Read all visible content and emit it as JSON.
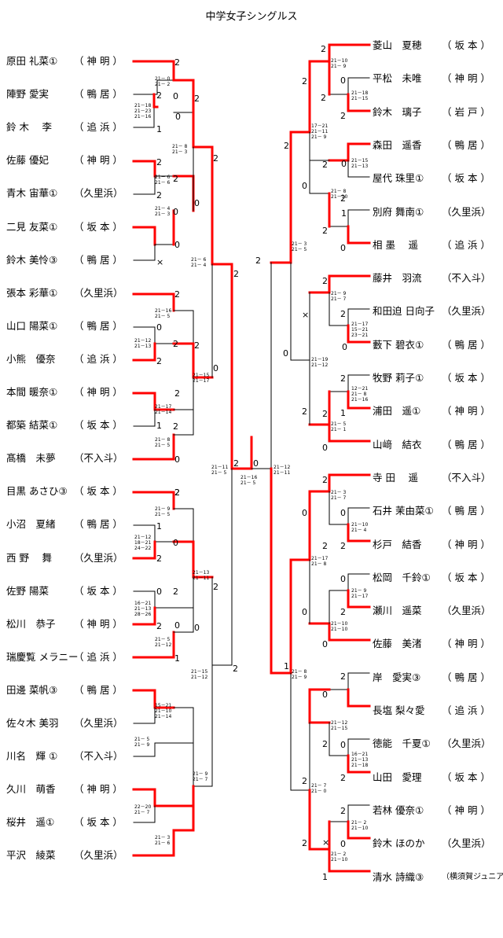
{
  "title": "中学女子シングルス",
  "left_players": [
    {
      "name": "原田 礼菜①",
      "school": "（ 神 明 ）"
    },
    {
      "name": "陣野 愛実",
      "school": "（ 鴨 居 ）"
    },
    {
      "name": "鈴 木　 李",
      "school": "（ 追 浜 ）"
    },
    {
      "name": "佐藤 優妃",
      "school": "（ 神 明 ）"
    },
    {
      "name": "青木 宙華①",
      "school": "（久里浜）"
    },
    {
      "name": "二見 友菜①",
      "school": "（ 坂 本 ）"
    },
    {
      "name": "鈴木 美怜③",
      "school": "（ 鴨 居 ）"
    },
    {
      "name": "張本 彩華①",
      "school": "（久里浜）"
    },
    {
      "name": "山口 陽菜①",
      "school": "（ 鴨 居 ）"
    },
    {
      "name": "小熊　優奈",
      "school": "（ 追 浜 ）"
    },
    {
      "name": "本間 暖奈①",
      "school": "（ 神 明 ）"
    },
    {
      "name": "都築 結菜①",
      "school": "（ 坂 本 ）"
    },
    {
      "name": "髙橋　未夢",
      "school": "（不入斗）"
    },
    {
      "name": "目黒 あさひ③",
      "school": "（ 坂 本 ）"
    },
    {
      "name": "小沼　夏緒",
      "school": "（ 鴨 居 ）"
    },
    {
      "name": "西 野　 舞",
      "school": "（久里浜）"
    },
    {
      "name": "佐野 陽菜",
      "school": "（ 坂 本 ）"
    },
    {
      "name": "松川　恭子",
      "school": "（ 神 明 ）"
    },
    {
      "name": "瑞慶覧 メラニー",
      "school": "（ 追 浜 ）"
    },
    {
      "name": "田邊 菜帆③",
      "school": "（ 鴨 居 ）"
    },
    {
      "name": "佐々木 美羽",
      "school": "（久里浜）"
    },
    {
      "name": "川名　輝 ①",
      "school": "（不入斗）"
    },
    {
      "name": "久川　萌香",
      "school": "（ 神 明 ）"
    },
    {
      "name": "桜井　遥①",
      "school": "（ 坂 本 ）"
    },
    {
      "name": "平沢　綾菜",
      "school": "（久里浜）"
    }
  ],
  "right_players": [
    {
      "name": "菱山　夏穂",
      "school": "（ 坂 本 ）"
    },
    {
      "name": "平松　未唯",
      "school": "（ 神 明 ）"
    },
    {
      "name": "鈴木　璃子",
      "school": "（ 岩 戸 ）"
    },
    {
      "name": "森田　遥香",
      "school": "（ 鴨 居 ）"
    },
    {
      "name": "屋代 珠里①",
      "school": "（ 坂 本 ）"
    },
    {
      "name": "別府 舞南①",
      "school": "（久里浜）"
    },
    {
      "name": "相 墨　 遥",
      "school": "（ 追 浜 ）"
    },
    {
      "name": "藤井　羽流",
      "school": "（不入斗）"
    },
    {
      "name": "和田迫 日向子",
      "school": "（久里浜）"
    },
    {
      "name": "藪下 碧衣①",
      "school": "（ 鴨 居 ）"
    },
    {
      "name": "牧野 莉子①",
      "school": "（ 坂 本 ）"
    },
    {
      "name": "浦田　遥①",
      "school": "（ 神 明 ）"
    },
    {
      "name": "山﨑　結衣",
      "school": "（ 鴨 居 ）"
    },
    {
      "name": "寺 田　 遥",
      "school": "（不入斗）"
    },
    {
      "name": "石井 茉由菜①",
      "school": "（ 鴨 居 ）"
    },
    {
      "name": "杉戸　結香",
      "school": "（ 神 明 ）"
    },
    {
      "name": "松岡　千鈴①",
      "school": "（ 坂 本 ）"
    },
    {
      "name": "瀬川　遥菜",
      "school": "（久里浜）"
    },
    {
      "name": "佐藤　美渚",
      "school": "（ 神 明 ）"
    },
    {
      "name": "岸　愛実③",
      "school": "（ 鴨 居 ）"
    },
    {
      "name": "長塩 梨々愛",
      "school": "（ 追 浜 ）"
    },
    {
      "name": "徳能　千夏①",
      "school": "（久里浜）"
    },
    {
      "name": "山田　愛理",
      "school": "（ 坂 本 ）"
    },
    {
      "name": "若林 優奈①",
      "school": "（ 神 明 ）"
    },
    {
      "name": "鈴木 ほのか",
      "school": "（久里浜）"
    },
    {
      "name": "清水 詩織③",
      "school": "（横須賀ジュニア）"
    }
  ],
  "match_scores": [
    {
      "text": "2"
    },
    {
      "text": "0"
    },
    {
      "text": "2"
    },
    {
      "text": "0"
    },
    {
      "text": "1"
    },
    {
      "text": "2"
    },
    {
      "text": "2"
    },
    {
      "text": "0"
    },
    {
      "text": "2"
    },
    {
      "text": "0"
    },
    {
      "text": "×"
    },
    {
      "text": "2"
    },
    {
      "text": "0"
    },
    {
      "text": "2"
    },
    {
      "text": "0"
    },
    {
      "text": "2"
    },
    {
      "text": "2"
    },
    {
      "text": "0"
    },
    {
      "text": "2"
    },
    {
      "text": "2"
    },
    {
      "text": "2"
    },
    {
      "text": "1"
    },
    {
      "text": "2"
    },
    {
      "text": "0"
    },
    {
      "text": "2"
    },
    {
      "text": "2"
    },
    {
      "text": "1"
    },
    {
      "text": "0"
    },
    {
      "text": "2"
    },
    {
      "text": "2"
    },
    {
      "text": "0"
    },
    {
      "text": "2"
    },
    {
      "text": "2"
    },
    {
      "text": "0"
    },
    {
      "text": "1"
    },
    {
      "text": "0"
    },
    {
      "text": "2"
    },
    {
      "text": "2"
    },
    {
      "text": "2"
    },
    {
      "text": "0"
    },
    {
      "text": "2"
    },
    {
      "text": "0"
    },
    {
      "text": "2"
    },
    {
      "text": "2"
    },
    {
      "text": "2"
    },
    {
      "text": "0"
    },
    {
      "text": "2"
    },
    {
      "text": "2"
    },
    {
      "text": "0"
    },
    {
      "text": "2"
    },
    {
      "text": "0"
    },
    {
      "text": "2"
    },
    {
      "text": "2"
    },
    {
      "text": "1"
    },
    {
      "text": "0"
    },
    {
      "text": "×"
    },
    {
      "text": "2"
    },
    {
      "text": "2"
    },
    {
      "text": "0"
    },
    {
      "text": "2"
    },
    {
      "text": "2"
    },
    {
      "text": "1"
    },
    {
      "text": "0"
    },
    {
      "text": "2"
    },
    {
      "text": "1"
    },
    {
      "text": "0"
    },
    {
      "text": "2"
    },
    {
      "text": "0"
    },
    {
      "text": "2"
    },
    {
      "text": "2"
    },
    {
      "text": "0"
    },
    {
      "text": "2"
    },
    {
      "text": "0"
    },
    {
      "text": "0"
    },
    {
      "text": "2"
    },
    {
      "text": "0"
    },
    {
      "text": "2"
    },
    {
      "text": "0"
    },
    {
      "text": "2"
    },
    {
      "text": "2"
    },
    {
      "text": "×"
    },
    {
      "text": "2"
    },
    {
      "text": "0"
    },
    {
      "text": "1"
    },
    {
      "text": "2"
    },
    {
      "text": "2"
    },
    {
      "text": "0"
    },
    {
      "text": "2"
    },
    {
      "text": "0"
    },
    {
      "text": "2"
    },
    {
      "text": "2"
    },
    {
      "text": "0"
    },
    {
      "text": "2"
    },
    {
      "text": "2"
    },
    {
      "text": "0"
    },
    {
      "text": "2"
    }
  ],
  "game_scores": [
    {
      "text": "21－ 0\n21－ 2"
    },
    {
      "text": "21－18\n21－23\n21－16"
    },
    {
      "text": "21－ 8\n21－ 3"
    },
    {
      "text": "21－ 6\n21－ 6"
    },
    {
      "text": "21－ 4\n21－ 3"
    },
    {
      "text": "21－ 6\n21－ 4"
    },
    {
      "text": "21－16\n21－ 5"
    },
    {
      "text": "21－12\n21－13"
    },
    {
      "text": "21－15\n21－17"
    },
    {
      "text": "21－17\n21－14"
    },
    {
      "text": "21－ 8\n21－ 5"
    },
    {
      "text": "21－ 9\n21－ 5"
    },
    {
      "text": "21－12\n18－21\n24－22"
    },
    {
      "text": "21－13\n21－11"
    },
    {
      "text": "16－21\n21－13\n28－26"
    },
    {
      "text": "21－ 5\n21－12"
    },
    {
      "text": "21－15\n21－12"
    },
    {
      "text": "15－21\n21－10\n21－14"
    },
    {
      "text": "21－ 5\n21－ 9"
    },
    {
      "text": "21－ 9\n21－ 7"
    },
    {
      "text": "22－20\n21－ 7"
    },
    {
      "text": "21－ 3\n21－ 6"
    },
    {
      "text": "21－11\n21－ 5"
    },
    {
      "text": "21－16\n21－ 5"
    },
    {
      "text": "21－12\n21－11"
    },
    {
      "text": "21－ 3\n21－ 5"
    },
    {
      "text": "21－10\n21－ 9"
    },
    {
      "text": "21－18\n21－15"
    },
    {
      "text": "17－21\n21－11\n21－ 9"
    },
    {
      "text": "21－15\n21－13"
    },
    {
      "text": "21－ 8\n21－10"
    },
    {
      "text": "21－ 9\n21－ 7"
    },
    {
      "text": "21－17\n15－21\n23－21"
    },
    {
      "text": "21－19\n21－12"
    },
    {
      "text": "12－21\n21－ 8\n21－16"
    },
    {
      "text": "21－ 5\n21－ 1"
    },
    {
      "text": "21－ 3\n21－ 7"
    },
    {
      "text": "21－10\n21－ 4"
    },
    {
      "text": "21－17\n21－ 8"
    },
    {
      "text": "21－ 9\n21－17"
    },
    {
      "text": "21－10\n21－10"
    },
    {
      "text": "21－ 8\n21－ 9"
    },
    {
      "text": "21－12\n21－15"
    },
    {
      "text": "16－21\n21－13\n21－18"
    },
    {
      "text": "21－ 7\n21－ 0"
    },
    {
      "text": "21－ 2\n21－10"
    },
    {
      "text": "21－ 2\n21－10"
    }
  ],
  "colors": {
    "winner_line": "#ff0000",
    "bracket_line": "#000000"
  }
}
